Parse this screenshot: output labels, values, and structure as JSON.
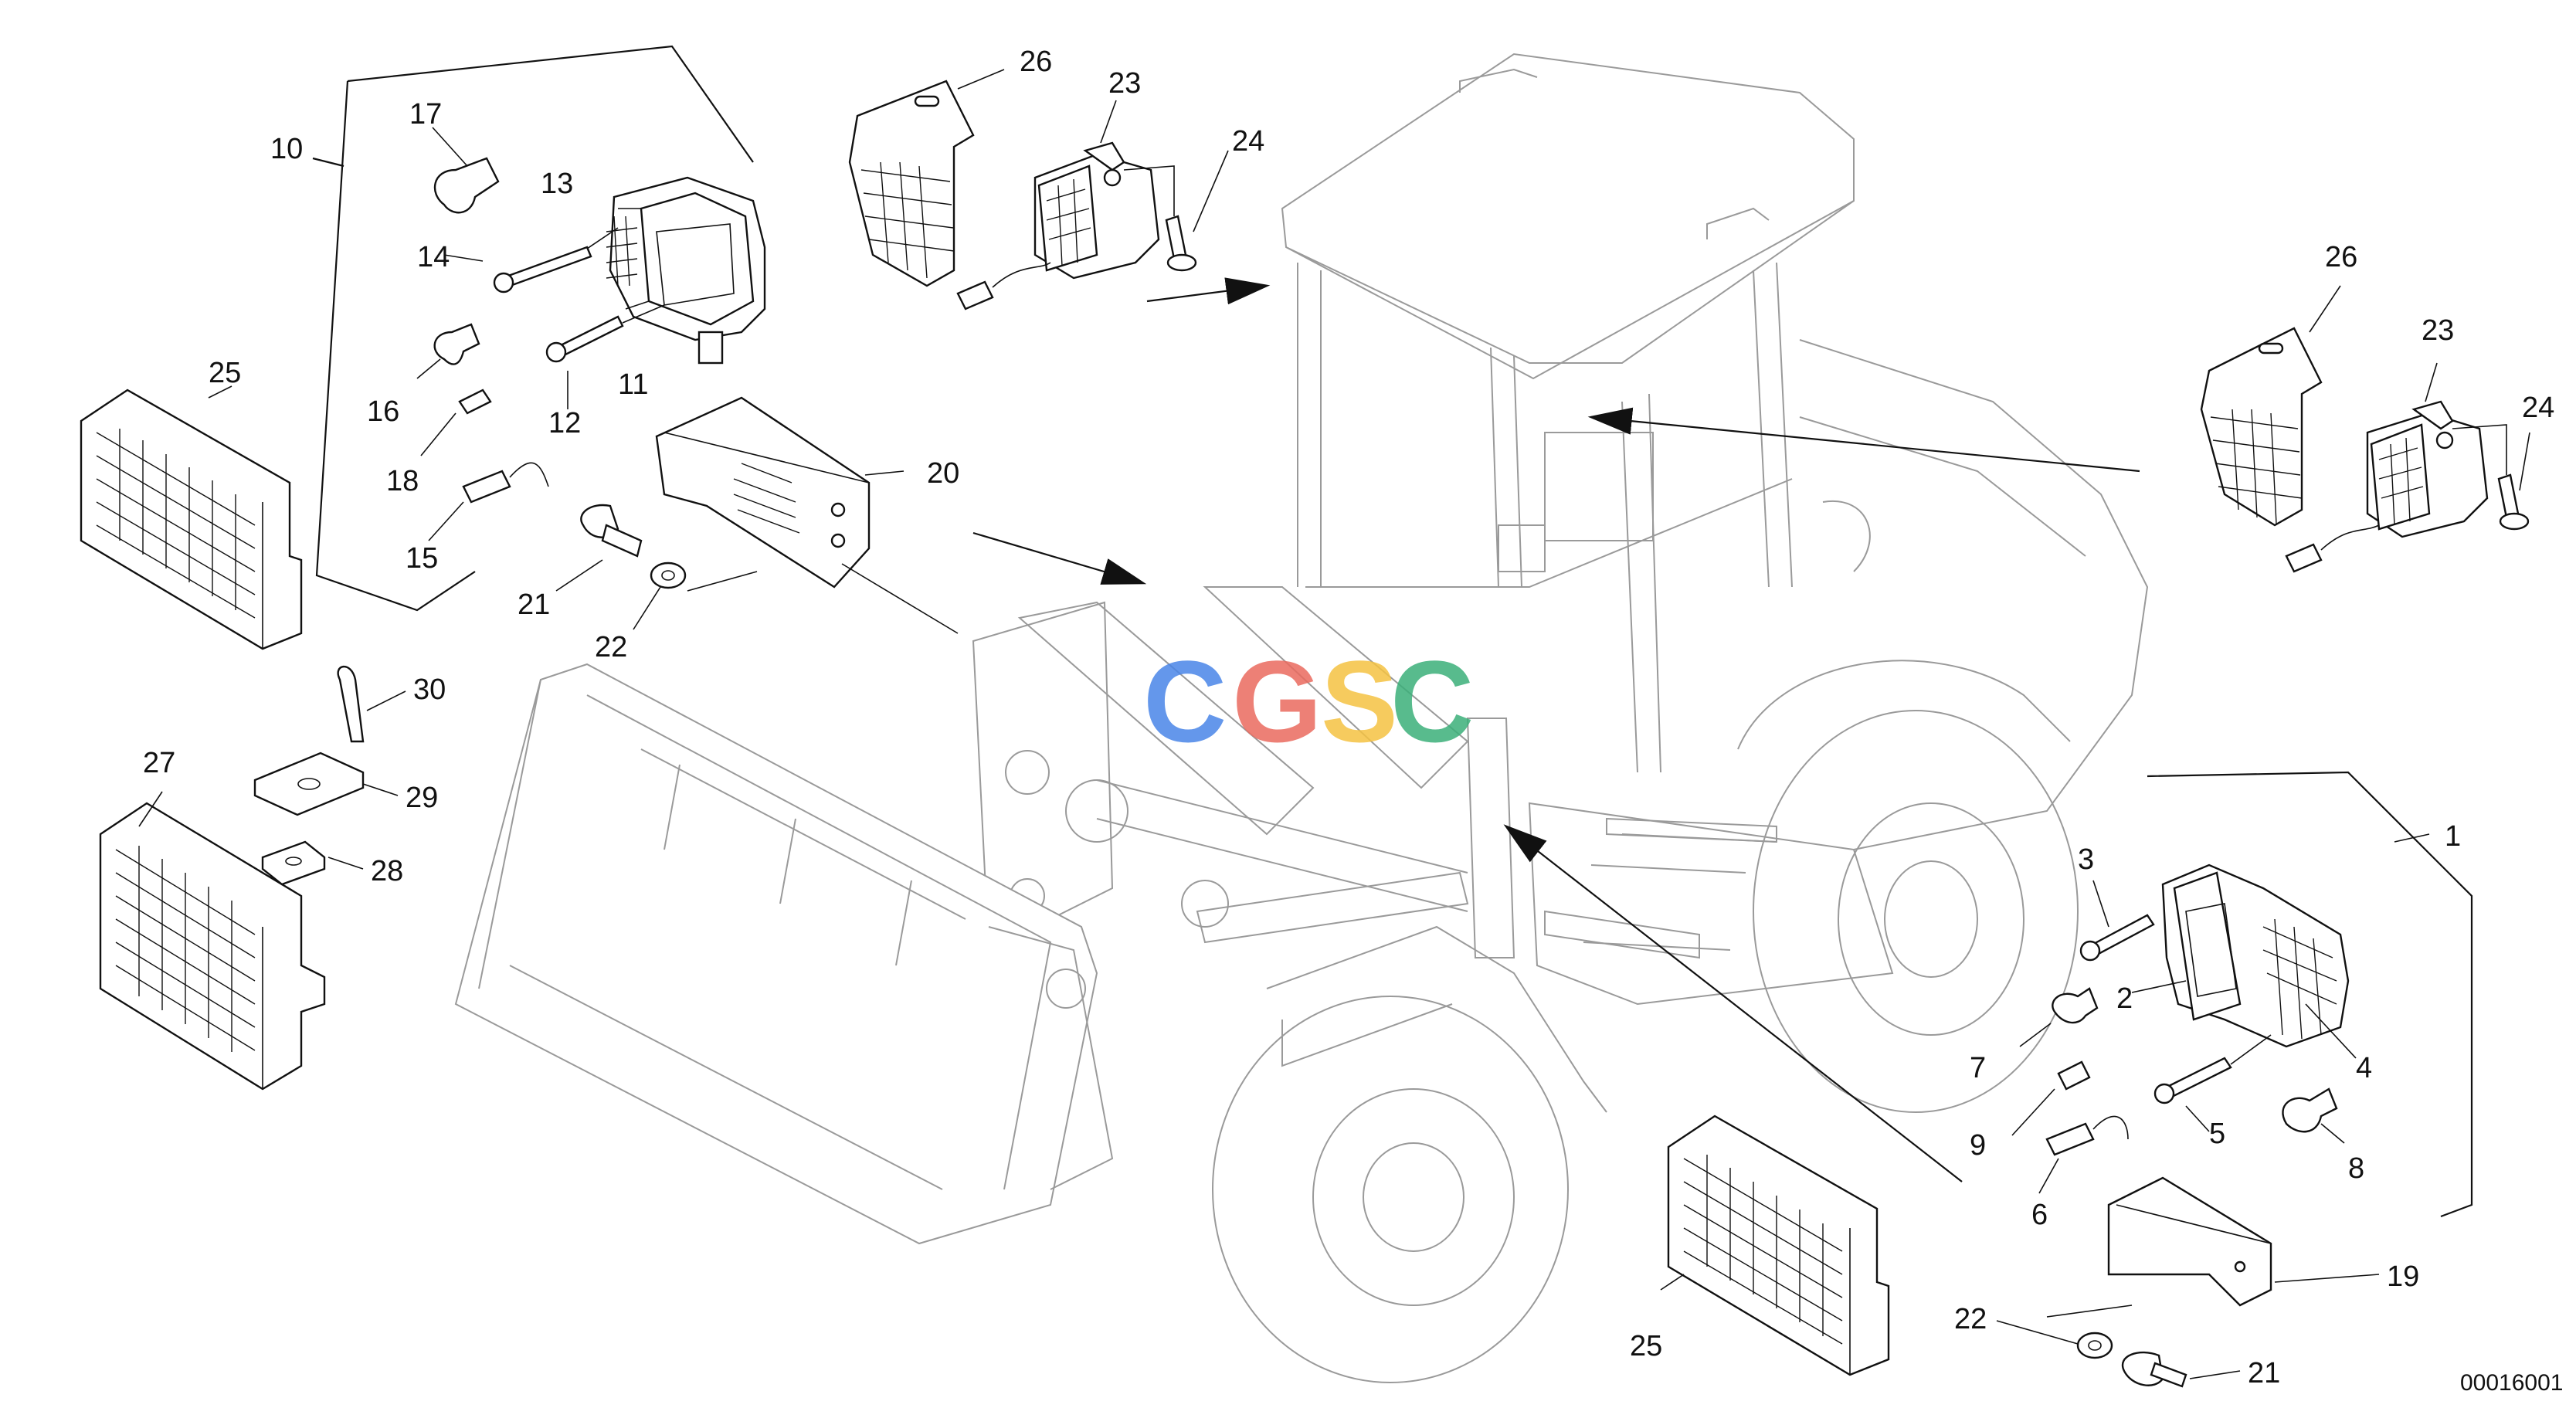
{
  "document_id": "00016001",
  "watermark": {
    "letters": [
      "C",
      "G",
      "S",
      "C"
    ],
    "colors": [
      "#4a86e8",
      "#ea6b5f",
      "#f5c342",
      "#3bb07a"
    ]
  },
  "part_labels": [
    "1",
    "2",
    "3",
    "4",
    "5",
    "6",
    "7",
    "8",
    "9",
    "10",
    "11",
    "12",
    "13",
    "14",
    "15",
    "16",
    "17",
    "18",
    "19",
    "20",
    "21",
    "22",
    "23",
    "24",
    "25",
    "26",
    "27",
    "28",
    "29",
    "30"
  ]
}
